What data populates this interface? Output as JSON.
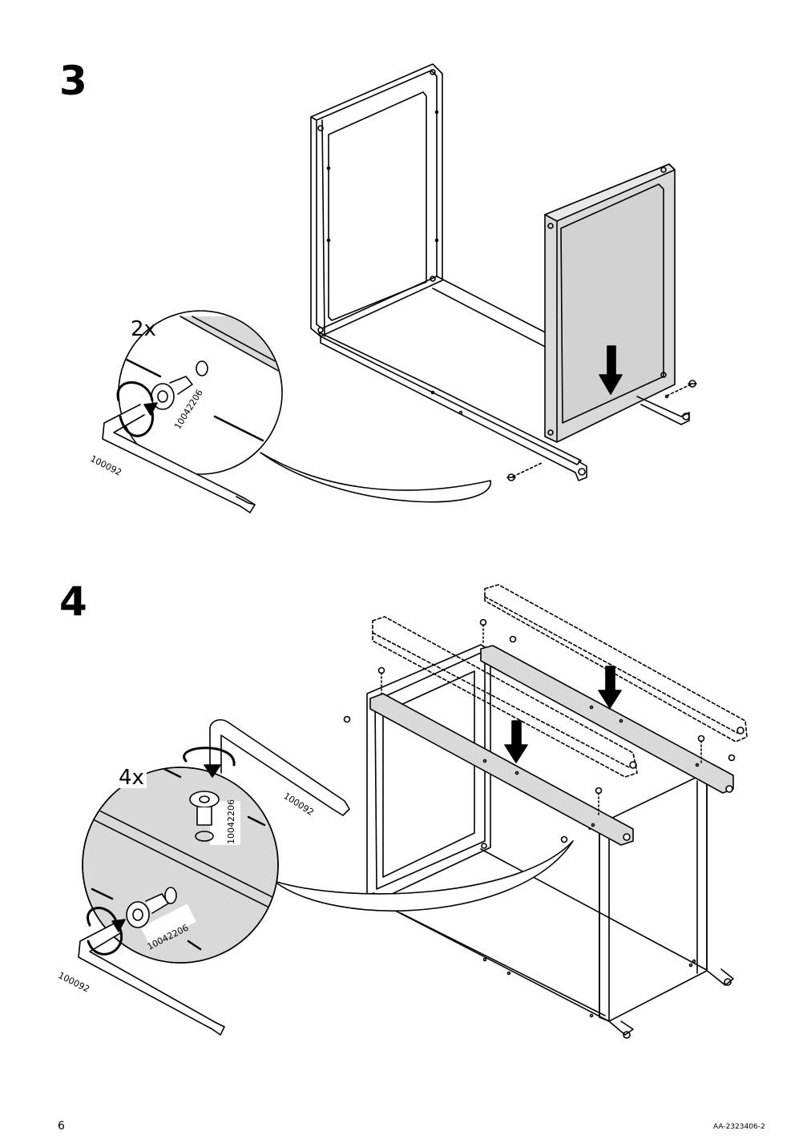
{
  "steps": [
    {
      "number": "3",
      "quantity": "2x",
      "screw_part": "10042206",
      "key_part": "100092"
    },
    {
      "number": "4",
      "quantity": "4x",
      "screw_part": "10042206",
      "key_part": "100092"
    }
  ],
  "step4_top_part_label": "10042206",
  "step4_top_key_label": "100092",
  "footer": {
    "page_number": "6",
    "document_code": "AA-2323406-2"
  },
  "colors": {
    "line": "#000000",
    "panel_fill": "#d9d9d9",
    "paper": "#ffffff"
  }
}
